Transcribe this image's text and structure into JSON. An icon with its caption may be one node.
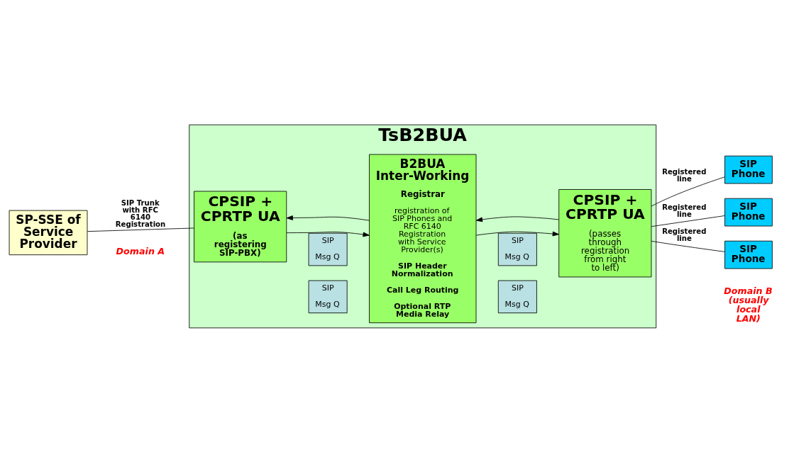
{
  "diagram": {
    "nodes": [
      {
        "text": [
          "SP-SSE of Service Provider"
        ]
      },
      {
        "text": [
          "TsB2BUA"
        ]
      },
      {
        "text": [
          "CPSIP + CPRTP UA",
          "(as registering SIP-PBX)"
        ],
        "in": 1
      },
      {
        "text": [
          "SIP",
          "Msg Q"
        ],
        "in": 1
      },
      {
        "text": [
          "SIP",
          "Msg Q"
        ],
        "in": 1
      },
      {
        "text": [
          "B2BUA Inter-Working",
          "Registrar",
          "registration of SIP Phones and RFC 6140 Registration with Service Provider(s)",
          "SIP Header Normalization",
          "Call Leg Routing",
          "Optional RTP Media Relay"
        ],
        "in": 1
      },
      {
        "text": [
          "SIP",
          "Msg Q"
        ],
        "in": 1
      },
      {
        "text": [
          "SIP",
          "Msg Q"
        ],
        "in": 1
      },
      {
        "text": [
          "CPSIP + CPRTP UA",
          "(passes through registration from right to left)"
        ],
        "in": 1
      },
      {
        "text": [
          "SIP Phone"
        ]
      },
      {
        "text": [
          "SIP Phone"
        ]
      },
      {
        "text": [
          "SIP Phone"
        ]
      }
    ],
    "edges": [
      {
        "from": 0,
        "to": 2,
        "arrow": "none",
        "label": "SIP Trunk with RFC 6140 Registration"
      },
      {
        "from": 2,
        "to": 5,
        "arrow": "to"
      },
      {
        "from": 5,
        "to": 2,
        "arrow": "to"
      },
      {
        "from": 5,
        "to": 8,
        "arrow": "to"
      },
      {
        "from": 8,
        "to": 5,
        "arrow": "to"
      },
      {
        "from": 8,
        "to": 9,
        "arrow": "none",
        "label": "Registered line"
      },
      {
        "from": 8,
        "to": 10,
        "arrow": "none",
        "label": "Registered line"
      },
      {
        "from": 8,
        "to": 11,
        "arrow": "none",
        "label": "Registered line"
      }
    ],
    "labels": [
      "Domain A",
      "Domain B (usually local LAN)"
    ]
  }
}
